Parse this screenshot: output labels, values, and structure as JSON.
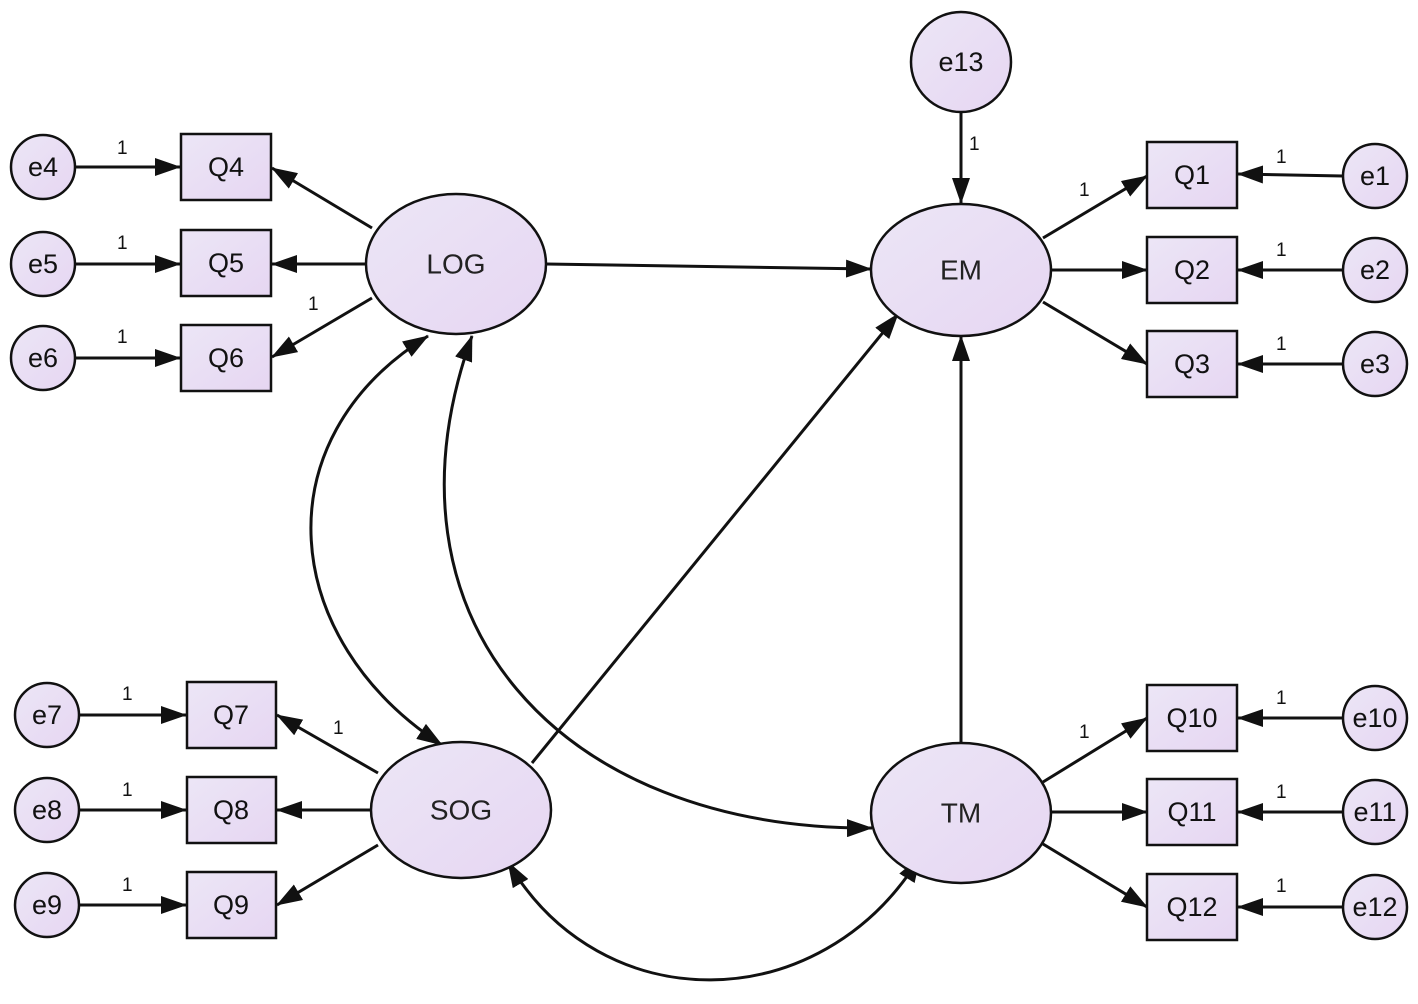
{
  "colors": {
    "node_fill_a": "#ece6f6",
    "node_fill_b": "#e6d6f2",
    "stroke": "#111111"
  },
  "latents": {
    "log": "LOG",
    "em": "EM",
    "sog": "SOG",
    "tm": "TM"
  },
  "indicators": {
    "q1": "Q1",
    "q2": "Q2",
    "q3": "Q3",
    "q4": "Q4",
    "q5": "Q5",
    "q6": "Q6",
    "q7": "Q7",
    "q8": "Q8",
    "q9": "Q9",
    "q10": "Q10",
    "q11": "Q11",
    "q12": "Q12"
  },
  "errors": {
    "e1": "e1",
    "e2": "e2",
    "e3": "e3",
    "e4": "e4",
    "e5": "e5",
    "e6": "e6",
    "e7": "e7",
    "e8": "e8",
    "e9": "e9",
    "e10": "e10",
    "e11": "e11",
    "e12": "e12",
    "e13": "e13"
  },
  "weights": {
    "e4_q4": "1",
    "e5_q5": "1",
    "e6_q6": "1",
    "log_q6": "1",
    "e7_q7": "1",
    "e8_q8": "1",
    "e9_q9": "1",
    "sog_q7": "1",
    "e13_em": "1",
    "em_q1": "1",
    "e1_q1": "1",
    "e2_q2": "1",
    "e3_q3": "1",
    "tm_q10": "1",
    "e10_q10": "1",
    "e11_q11": "1",
    "e12_q12": "1"
  }
}
